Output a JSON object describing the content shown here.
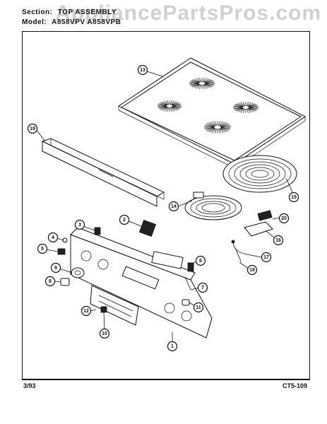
{
  "header": {
    "section_label": "Section:",
    "section_value": "TOP ASSEMBLY",
    "model_label": "Model:",
    "model_value": "A858VPV A858VPB"
  },
  "watermark": "AppliancePartsPros.com",
  "footer": {
    "date": "3/93",
    "code": "CT5-109"
  },
  "callouts": [
    {
      "id": "1",
      "label": "1"
    },
    {
      "id": "2",
      "label": "2"
    },
    {
      "id": "3",
      "label": "3"
    },
    {
      "id": "4",
      "label": "4"
    },
    {
      "id": "5",
      "label": "5"
    },
    {
      "id": "6",
      "label": "6"
    },
    {
      "id": "7",
      "label": "7"
    },
    {
      "id": "8",
      "label": "8"
    },
    {
      "id": "9",
      "label": "9"
    },
    {
      "id": "10",
      "label": "10"
    },
    {
      "id": "11",
      "label": "11"
    },
    {
      "id": "12",
      "label": "12"
    },
    {
      "id": "13",
      "label": "13"
    },
    {
      "id": "14",
      "label": "14"
    },
    {
      "id": "15",
      "label": "15"
    },
    {
      "id": "16",
      "label": "16"
    },
    {
      "id": "17",
      "label": "17"
    },
    {
      "id": "18",
      "label": "18"
    },
    {
      "id": "19",
      "label": "19"
    },
    {
      "id": "20",
      "label": "20"
    }
  ]
}
